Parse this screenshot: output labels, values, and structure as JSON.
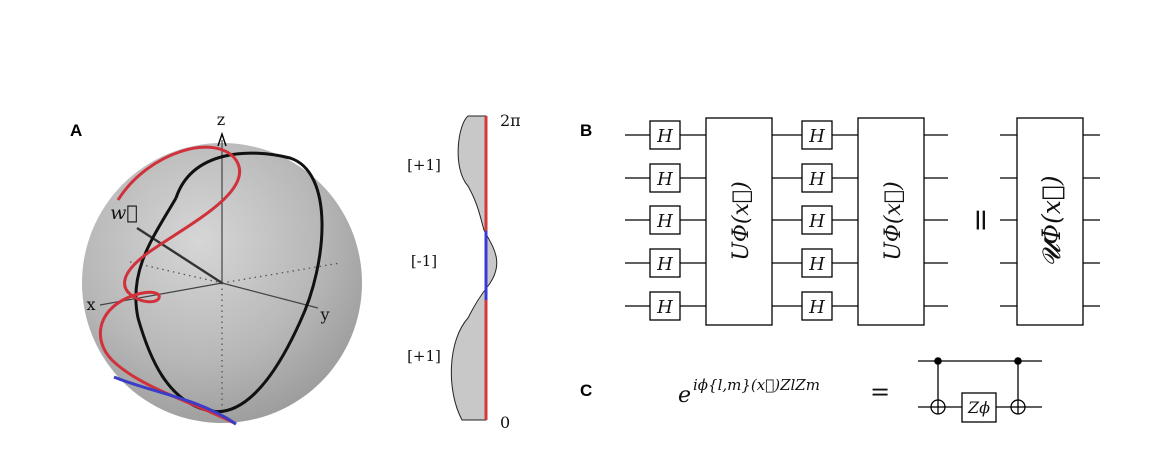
{
  "panels": {
    "a": {
      "label": "A",
      "axes": {
        "z": "z",
        "x": "x",
        "y": "y",
        "vector": "w⃗"
      },
      "colors": {
        "sphere": "#b5b5b5",
        "red_curve": "#d0313a",
        "black_curve": "#111111",
        "blue_segment": "#3b3dc8"
      }
    },
    "eigen": {
      "top_value": "2π",
      "bottom_value": "0",
      "labels": [
        "[+1]",
        "[-1]",
        "[+1]"
      ],
      "colors": {
        "red": "#d23a3a",
        "blue": "#3a3ad8",
        "fill": "#c8c8c8"
      }
    },
    "b": {
      "label": "B",
      "gate_label": "H",
      "unitary_label": "UΦ(x⃗)",
      "equals": "=",
      "total_label": "𝓤Φ(x⃗)",
      "qubits": 5
    },
    "c": {
      "label": "C",
      "expression": "e",
      "exponent": "iϕ{l,m}(x⃗)ZlZm",
      "equals": "=",
      "phase_gate": "Zϕ"
    }
  }
}
